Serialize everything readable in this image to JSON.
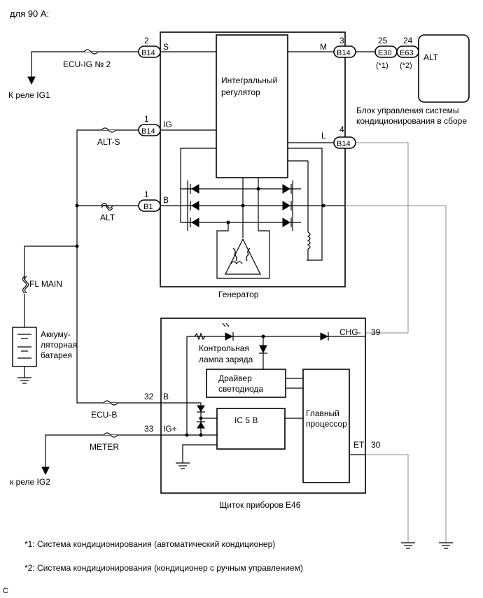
{
  "header": {
    "title": "для 90 А:"
  },
  "fuses": {
    "ecu_ig": "ECU-IG № 2",
    "alt_s": "ALT-S",
    "alt": "ALT",
    "fl_main": "FL MAIN",
    "ecu_b": "ECU-B",
    "meter": "METER"
  },
  "relays": {
    "ig1": "К реле IG1",
    "ig2": "к реле IG2"
  },
  "battery": {
    "line1": "Аккуму-",
    "line2": "ляторная",
    "line3": "батарея"
  },
  "generator": {
    "label": "Генератор",
    "regulator_line1": "Интегральный",
    "regulator_line2": "регулятор",
    "terminals": {
      "s": "S",
      "ig": "IG",
      "b": "B",
      "m": "M",
      "l": "L"
    }
  },
  "connectors": {
    "b14_s": {
      "code": "B14",
      "pin": "2"
    },
    "b14_ig": {
      "code": "B14",
      "pin": "1"
    },
    "b1_b": {
      "code": "B1",
      "pin": "1"
    },
    "b14_m": {
      "code": "B14",
      "pin": "3"
    },
    "b14_l": {
      "code": "B14",
      "pin": "4"
    },
    "e30": {
      "code": "E30",
      "pin": "25",
      "note": "(*1)"
    },
    "e63": {
      "code": "E63",
      "pin": "24",
      "note": "(*2)"
    }
  },
  "ac_unit": {
    "label": "ALT",
    "caption_line1": "Блок управления системы",
    "caption_line2": "кондиционирования в сборе"
  },
  "meter": {
    "caption": "Щиток приборов E46",
    "lamp_line1": "Контрольная",
    "lamp_line2": "лампа заряда",
    "driver_line1": "Драйвер",
    "driver_line2": "светодиода",
    "ic": "IC 5 B",
    "cpu_line1": "Главный",
    "cpu_line2": "процессор",
    "pins": {
      "chg": {
        "name": "CHG-",
        "num": "39"
      },
      "b": {
        "name": "B",
        "num": "32"
      },
      "ig": {
        "name": "IG+",
        "num": "33"
      },
      "et": {
        "name": "ET",
        "num": "30"
      }
    }
  },
  "notes": {
    "n1": "*1: Система кондиционирования (автоматический кондиционер)",
    "n2": "*2: Система кондиционирования (кондиционер с ручным управлением)"
  },
  "footer": {
    "code": "C"
  }
}
